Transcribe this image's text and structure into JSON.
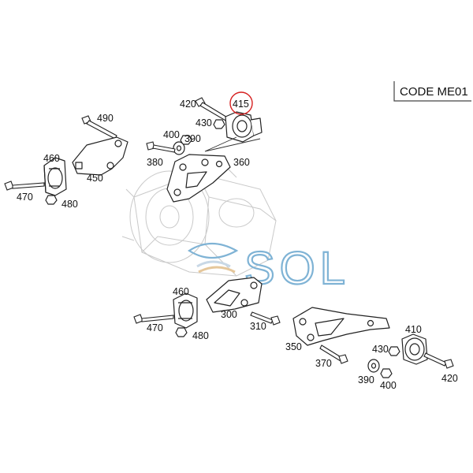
{
  "code_box": {
    "text": "CODE ME01"
  },
  "watermark": {
    "text": "SOL"
  },
  "highlight_color": "#d62020",
  "parts": [
    {
      "id": "p420a",
      "num": "420"
    },
    {
      "id": "p415",
      "num": "415",
      "highlighted": true
    },
    {
      "id": "p430a",
      "num": "430"
    },
    {
      "id": "p490",
      "num": "490"
    },
    {
      "id": "p400a",
      "num": "400"
    },
    {
      "id": "p390a",
      "num": "390"
    },
    {
      "id": "p380",
      "num": "380"
    },
    {
      "id": "p360",
      "num": "360"
    },
    {
      "id": "p460a",
      "num": "460"
    },
    {
      "id": "p450",
      "num": "450"
    },
    {
      "id": "p470a",
      "num": "470"
    },
    {
      "id": "p480a",
      "num": "480"
    },
    {
      "id": "p460b",
      "num": "460"
    },
    {
      "id": "p300",
      "num": "300"
    },
    {
      "id": "p470b",
      "num": "470"
    },
    {
      "id": "p480b",
      "num": "480"
    },
    {
      "id": "p310",
      "num": "310"
    },
    {
      "id": "p410",
      "num": "410"
    },
    {
      "id": "p350",
      "num": "350"
    },
    {
      "id": "p430b",
      "num": "430"
    },
    {
      "id": "p370",
      "num": "370"
    },
    {
      "id": "p390b",
      "num": "390"
    },
    {
      "id": "p400b",
      "num": "400"
    },
    {
      "id": "p420b",
      "num": "420"
    }
  ]
}
